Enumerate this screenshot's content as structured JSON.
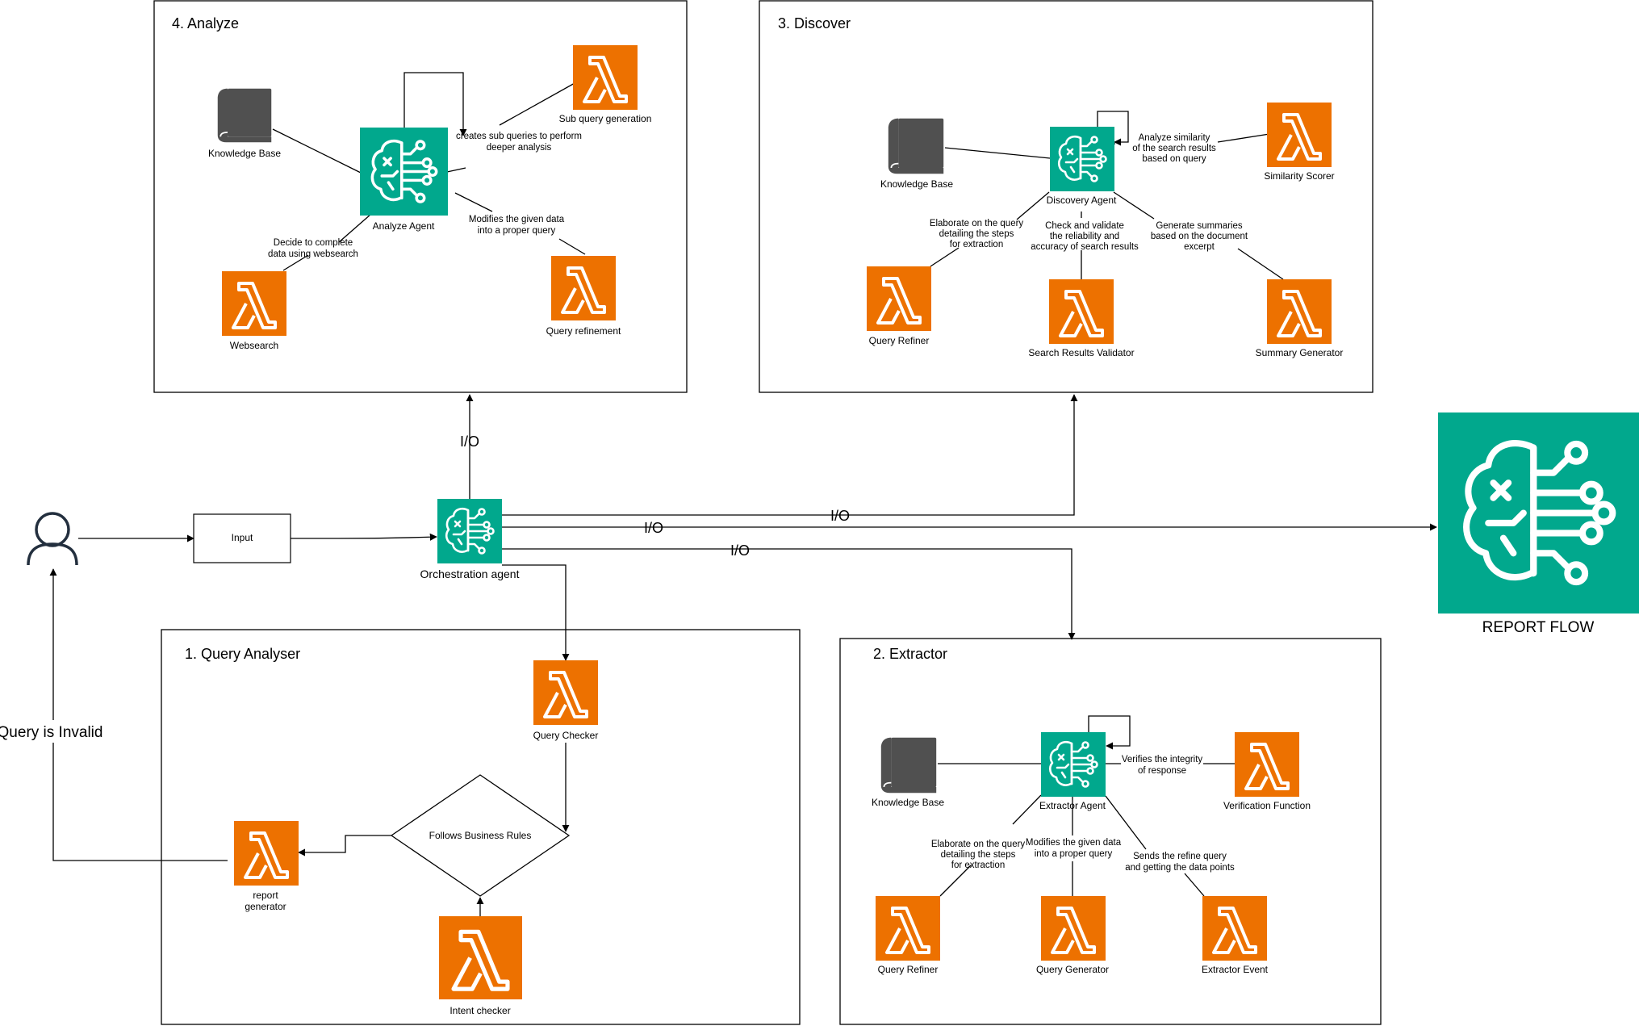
{
  "colors": {
    "lambda": "#ED7100",
    "agent": "#01A88D",
    "book": "#505050",
    "line": "#000000"
  },
  "icons": {
    "lambda": "lambda-icon",
    "agent": "bedrock-agent-icon",
    "book": "knowledge-base-icon",
    "user": "user-icon"
  },
  "analyze": {
    "title": "4. Analyze",
    "knowledge_base": "Knowledge Base",
    "agent": "Analyze Agent",
    "sub_query": "Sub query generation",
    "websearch": "Websearch",
    "query_refinement": "Query refinement",
    "edge_sub_queries": [
      "creates sub queries to  perform",
      "deeper analysis"
    ],
    "edge_modifies": [
      "Modifies the given data",
      "into a proper query"
    ],
    "edge_decide": [
      "Decide to complete",
      "data using websearch"
    ]
  },
  "discover": {
    "title": "3. Discover",
    "knowledge_base": "Knowledge Base",
    "agent": "Discovery Agent",
    "similarity": "Similarity Scorer",
    "query_refiner": "Query Refiner",
    "validator": "Search Results Validator",
    "summary": "Summary Generator",
    "edge_similarity": [
      "Analyze similarity",
      "of the search results",
      "based on query"
    ],
    "edge_elaborate": [
      "Elaborate on the query",
      "detailing the steps",
      "for extraction"
    ],
    "edge_check": [
      "Check and validate",
      "the reliability and",
      "accuracy of search results"
    ],
    "edge_summaries": [
      "Generate summaries",
      "based on the document",
      "excerpt"
    ]
  },
  "query_analyser": {
    "title": "1. Query Analyser",
    "query_checker": "Query Checker",
    "decision": "Follows Business Rules",
    "report_generator": [
      "report",
      "generator"
    ],
    "intent_checker": "Intent checker"
  },
  "extractor": {
    "title": "2. Extractor",
    "knowledge_base": "Knowledge Base",
    "agent": "Extractor Agent",
    "verification": "Verification Function",
    "query_refiner": "Query Refiner",
    "query_generator": "Query Generator",
    "extractor_event": "Extractor Event",
    "edge_verifies": [
      "Verifies the integrity",
      "of response"
    ],
    "edge_elaborate": [
      "Elaborate on the query",
      "detailing the steps",
      "for extraction"
    ],
    "edge_modifies": [
      "Modifies the given data",
      "into a proper query"
    ],
    "edge_sends": [
      "Sends the refine query",
      "and getting the data points"
    ]
  },
  "main": {
    "input": "Input",
    "orchestration": "Orchestration agent",
    "report_flow": "REPORT FLOW",
    "query_invalid": "Query is Invalid",
    "io": "I/O"
  }
}
